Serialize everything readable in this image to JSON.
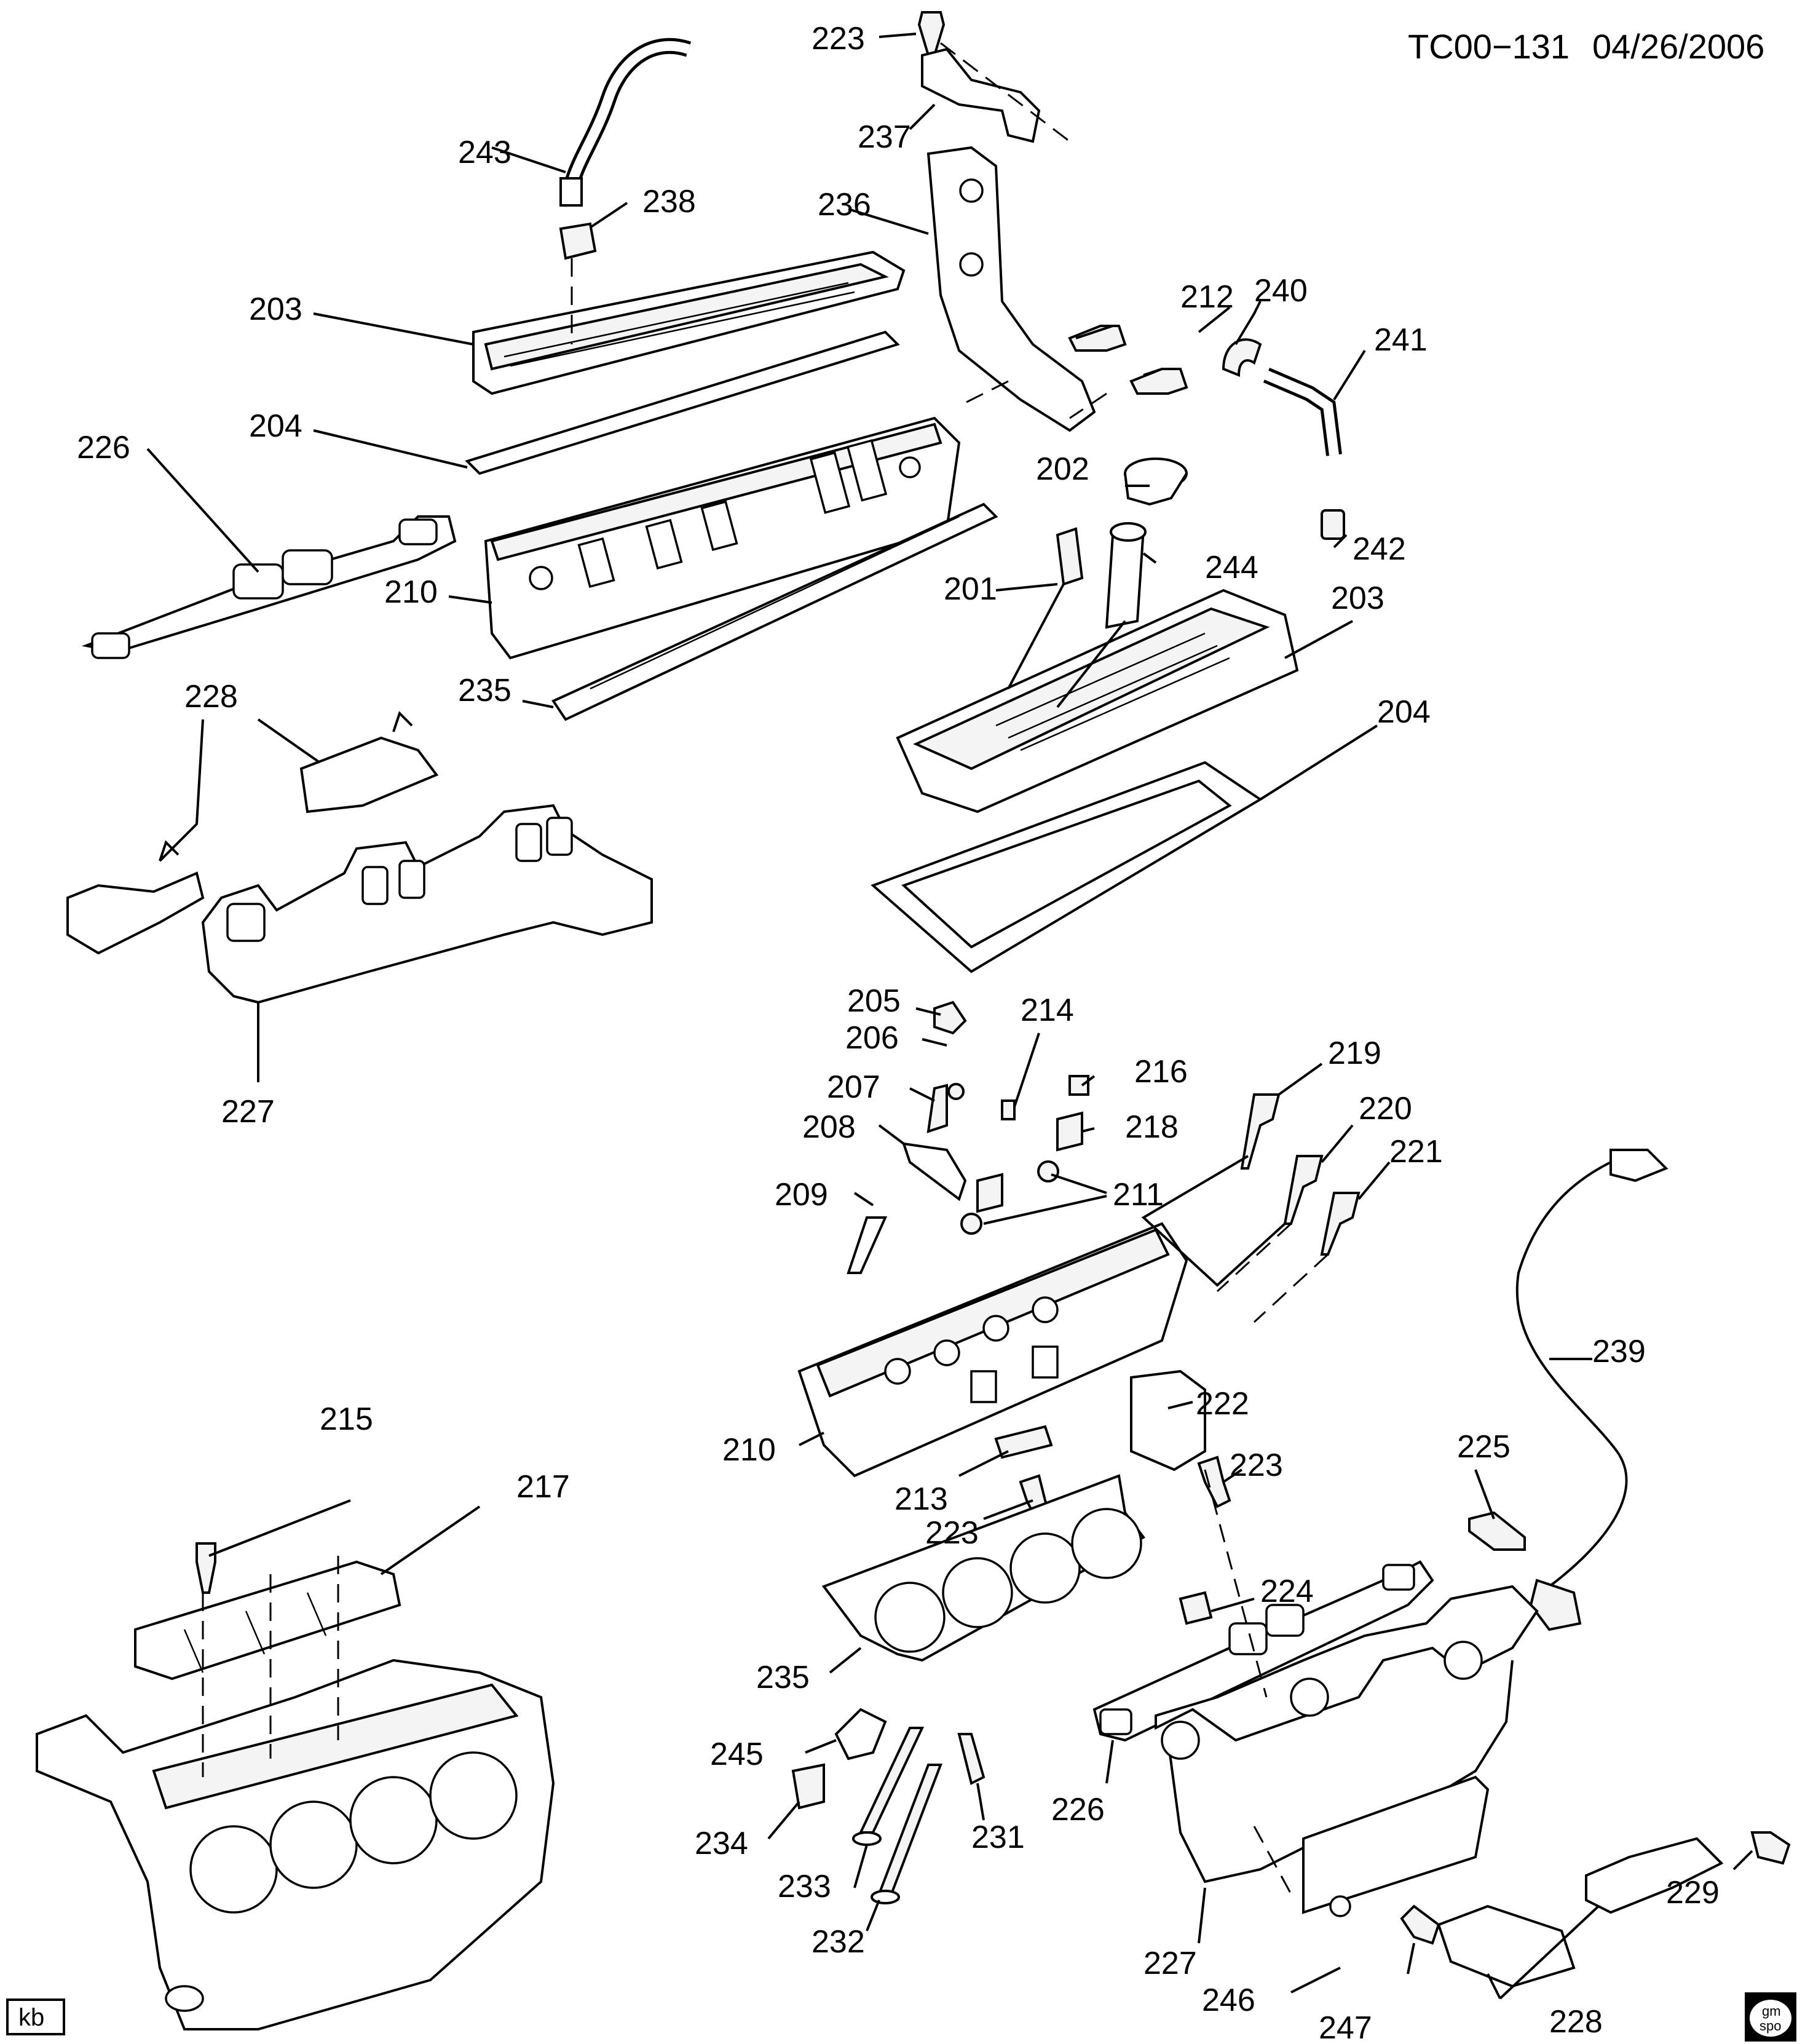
{
  "header": {
    "code": "TC00−131",
    "date": "04/26/2006"
  },
  "footer": {
    "initials": "kb",
    "logo_top": "gm",
    "logo_bottom": "spo"
  },
  "callouts": {
    "c201": "201",
    "c202": "202",
    "c203a": "203",
    "c203b": "203",
    "c204a": "204",
    "c204b": "204",
    "c205": "205",
    "c206": "206",
    "c207": "207",
    "c208": "208",
    "c209": "209",
    "c210a": "210",
    "c210b": "210",
    "c211": "211",
    "c212": "212",
    "c213": "213",
    "c214": "214",
    "c215": "215",
    "c216": "216",
    "c217": "217",
    "c218": "218",
    "c219": "219",
    "c220": "220",
    "c221": "221",
    "c222": "222",
    "c223a": "223",
    "c223b": "223",
    "c223c": "223",
    "c224": "224",
    "c225": "225",
    "c226a": "226",
    "c226b": "226",
    "c227a": "227",
    "c227b": "227",
    "c228a": "228",
    "c228b": "228",
    "c229": "229",
    "c231": "231",
    "c232": "232",
    "c233": "233",
    "c234": "234",
    "c235a": "235",
    "c235b": "235",
    "c236": "236",
    "c237": "237",
    "c238": "238",
    "c239": "239",
    "c240": "240",
    "c241": "241",
    "c242": "242",
    "c243": "243",
    "c244": "244",
    "c245": "245",
    "c246": "246",
    "c247": "247"
  }
}
